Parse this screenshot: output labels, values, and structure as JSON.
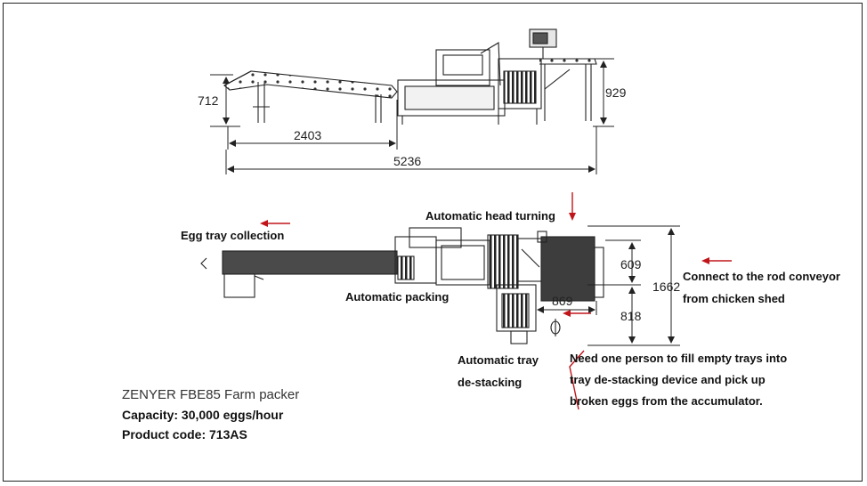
{
  "side_view": {
    "dimensions": {
      "height_left": "712",
      "height_right": "929",
      "partial_length": "2403",
      "total_length": "5236"
    }
  },
  "top_view": {
    "dimensions": {
      "width_total": "1662",
      "width_upper": "609",
      "width_lower": "818",
      "offset": "869"
    }
  },
  "labels": {
    "egg_tray_collection": "Egg tray collection",
    "head_turning": "Automatic head turning",
    "packing": "Automatic packing",
    "rod_conveyor": "Connect to the rod conveyor",
    "rod_conveyor_2": "from chicken shed",
    "destacking_1": "Automatic tray",
    "destacking_2": "de-stacking"
  },
  "note": {
    "line1": "Need one person to fill empty trays into",
    "line2": "tray de-stacking device and pick up",
    "line3": "broken eggs from the accumulator."
  },
  "product": {
    "title": "ZENYER FBE85 Farm packer",
    "capacity": "Capacity: 30,000 eggs/hour",
    "code": "Product code: 713AS"
  },
  "colors": {
    "arrow": "#c0161b",
    "line": "#222222"
  }
}
